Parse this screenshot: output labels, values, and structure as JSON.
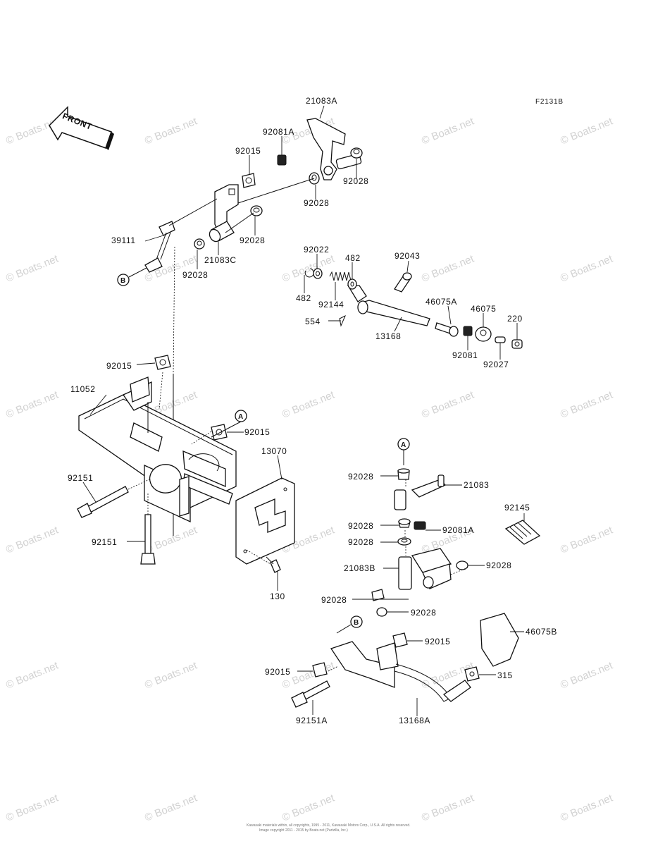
{
  "diagram": {
    "reference_code": "F2131B",
    "front_label": "FRONT",
    "watermark": "© Boats.net",
    "footer_line1": "Kawasaki materials within, all copyrights, 1995 - 2011, Kawasaki Motors Corp., U.S.A. All rights reserved.",
    "footer_line2": "Image copyright 2011 - 2015 by Boats.net (Partzilla, Inc.)",
    "connector_a": "A",
    "connector_b": "B",
    "parts": {
      "p21083A_top": "21083A",
      "p92081A_top": "92081A",
      "p92015_a": "92015",
      "p92028_a": "92028",
      "p92028_b": "92028",
      "p92028_c": "92028",
      "p39111": "39111",
      "p21083C": "21083C",
      "p92028_d": "92028",
      "p92022": "92022",
      "p482_a": "482",
      "p92043": "92043",
      "p482_b": "482",
      "p92144": "92144",
      "p46075A": "46075A",
      "p46075": "46075",
      "p220": "220",
      "p554": "554",
      "p13168": "13168",
      "p92081": "92081",
      "p92027": "92027",
      "p92015_b": "92015",
      "p11052": "11052",
      "p92015_c": "92015",
      "p13070": "13070",
      "p92151_a": "92151",
      "p92151_b": "92151",
      "p130": "130",
      "p92028_e": "92028",
      "p21083": "21083",
      "p92145": "92145",
      "p92028_f": "92028",
      "p92081A_b": "92081A",
      "p92028_g": "92028",
      "p21083B": "21083B",
      "p92028_h": "92028",
      "p92028_i": "92028",
      "p92028_j": "92028",
      "p46075B": "46075B",
      "p92015_d": "92015",
      "p92015_e": "92015",
      "p315": "315",
      "p92151A": "92151A",
      "p13168A": "13168A"
    }
  }
}
